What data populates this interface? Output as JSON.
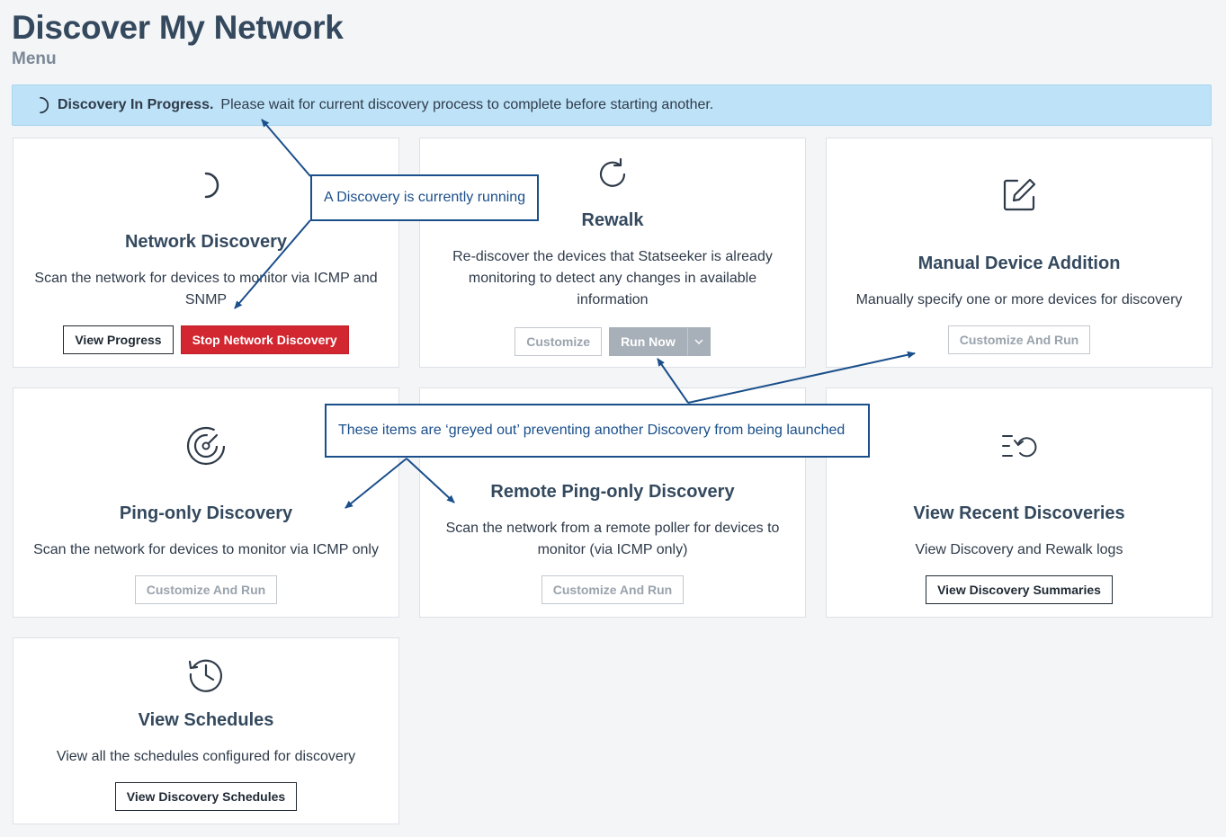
{
  "header": {
    "title": "Discover My Network",
    "subtitle": "Menu"
  },
  "banner": {
    "strong": "Discovery In Progress.",
    "message": "Please wait for current discovery process to complete before starting another."
  },
  "cards": {
    "network_discovery": {
      "title": "Network Discovery",
      "desc": "Scan the network for devices to monitor via ICMP and SNMP",
      "btn_primary": "View Progress",
      "btn_danger": "Stop Network Discovery"
    },
    "rewalk": {
      "title": "Rewalk",
      "desc": "Re-discover the devices that Statseeker is already monitoring to detect any changes in available information",
      "btn_customize": "Customize",
      "btn_run": "Run Now",
      "caret": "⌵"
    },
    "manual": {
      "title": "Manual Device Addition",
      "desc": "Manually specify one or more devices for discovery",
      "btn": "Customize And Run"
    },
    "ping_only": {
      "title": "Ping-only Discovery",
      "desc": "Scan the network for devices to monitor via ICMP only",
      "btn": "Customize And Run"
    },
    "remote_ping": {
      "title": "Remote Ping-only Discovery",
      "desc": "Scan the network from a remote poller for devices to monitor (via ICMP only)",
      "btn": "Customize And Run"
    },
    "recent": {
      "title": "View Recent Discoveries",
      "desc": "View Discovery and Rewalk logs",
      "btn": "View Discovery Summaries"
    },
    "schedules": {
      "title": "View Schedules",
      "desc": "View all the schedules configured for discovery",
      "btn": "View Discovery Schedules"
    }
  },
  "annotations": {
    "running": "A Discovery is currently running",
    "greyed": "These items are ‘greyed out’ preventing another Discovery from being launched"
  },
  "colors": {
    "banner_bg": "#bee3f8",
    "danger": "#d22630",
    "annotation": "#1a4f8b",
    "title": "#34495e"
  }
}
